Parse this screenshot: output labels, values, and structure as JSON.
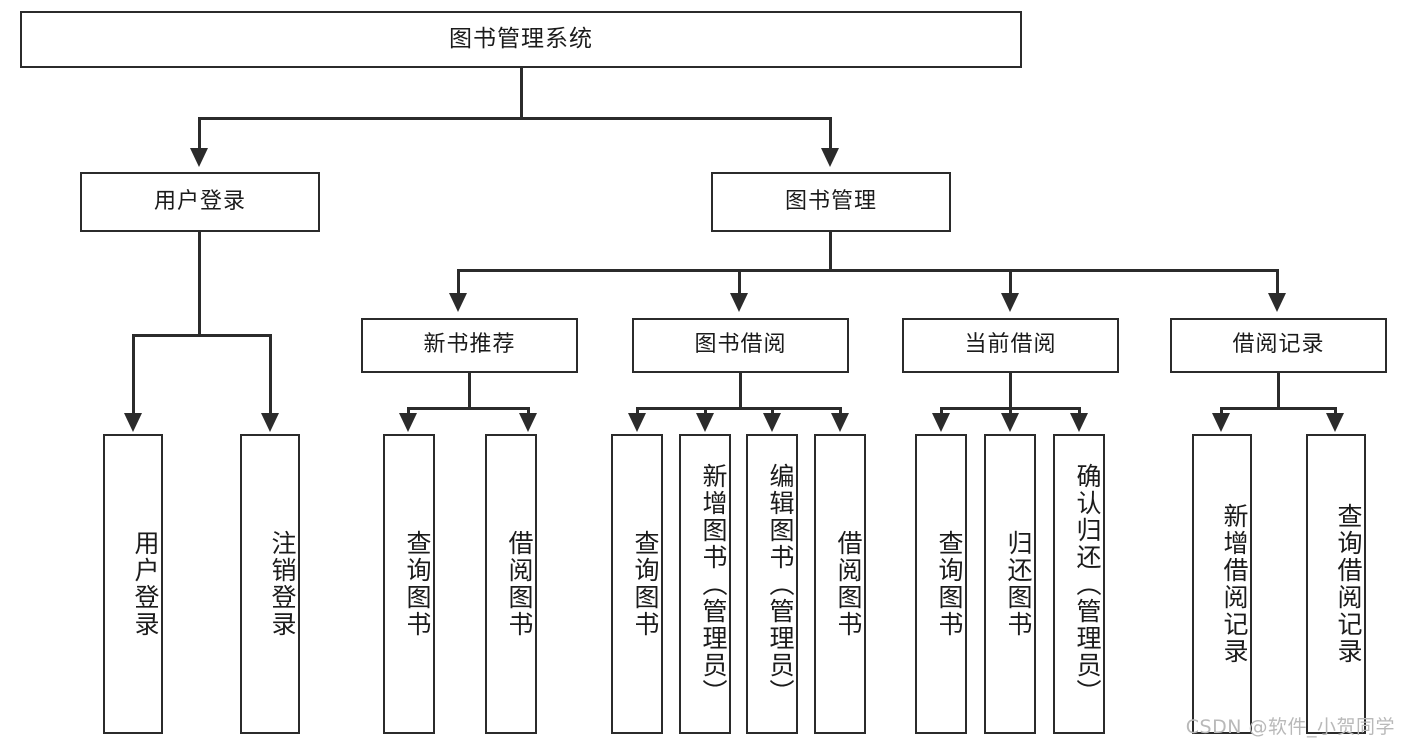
{
  "diagram": {
    "title": "图书管理系统",
    "type": "tree",
    "root": {
      "label": "图书管理系统"
    },
    "level1": [
      {
        "label": "用户登录"
      },
      {
        "label": "图书管理"
      }
    ],
    "level2": [
      {
        "label": "新书推荐"
      },
      {
        "label": "图书借阅"
      },
      {
        "label": "当前借阅"
      },
      {
        "label": "借阅记录"
      }
    ],
    "leaves": {
      "user_login": [
        {
          "label": "用户登录"
        },
        {
          "label": "注销登录"
        }
      ],
      "new_book_recommend": [
        {
          "label": "查询图书"
        },
        {
          "label": "借阅图书"
        }
      ],
      "book_borrow": [
        {
          "label": "查询图书"
        },
        {
          "label": "新增图书（管理员）"
        },
        {
          "label": "编辑图书（管理员）"
        },
        {
          "label": "借阅图书"
        }
      ],
      "current_borrow": [
        {
          "label": "查询图书"
        },
        {
          "label": "归还图书"
        },
        {
          "label": "确认归还（管理员）"
        }
      ],
      "borrow_record": [
        {
          "label": "新增借阅记录"
        },
        {
          "label": "查询借阅记录"
        }
      ]
    }
  },
  "watermark": {
    "text": "CSDN @软件_小贺同学"
  },
  "colors": {
    "stroke": "#2b2b2b",
    "background": "#ffffff",
    "text": "#1b1b1b",
    "watermark": "#b9b9b9"
  }
}
